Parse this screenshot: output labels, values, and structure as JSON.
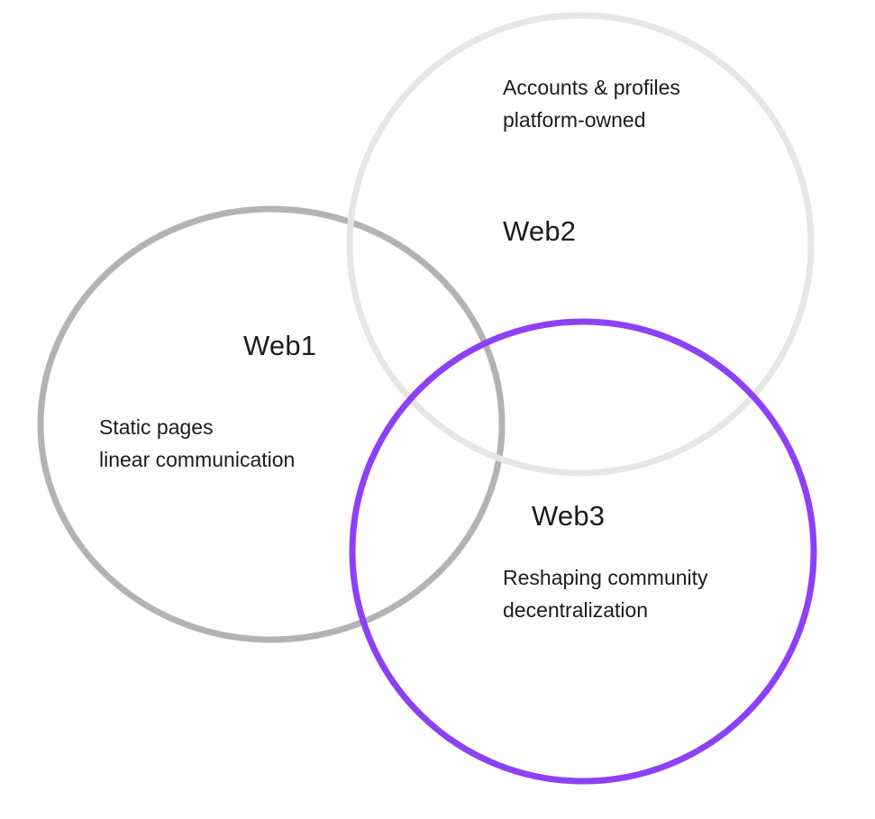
{
  "diagram": {
    "circles": [
      {
        "id": "web1",
        "title": "Web1",
        "lines": [
          "Static pages",
          "linear communication"
        ],
        "stroke": "#b3b3b3"
      },
      {
        "id": "web2",
        "title": "Web2",
        "lines": [
          "Accounts & profiles",
          "platform-owned"
        ],
        "stroke": "#e6e6e6"
      },
      {
        "id": "web3",
        "title": "Web3",
        "lines": [
          "Reshaping community",
          "decentralization"
        ],
        "stroke": "#8c41f7"
      }
    ]
  }
}
